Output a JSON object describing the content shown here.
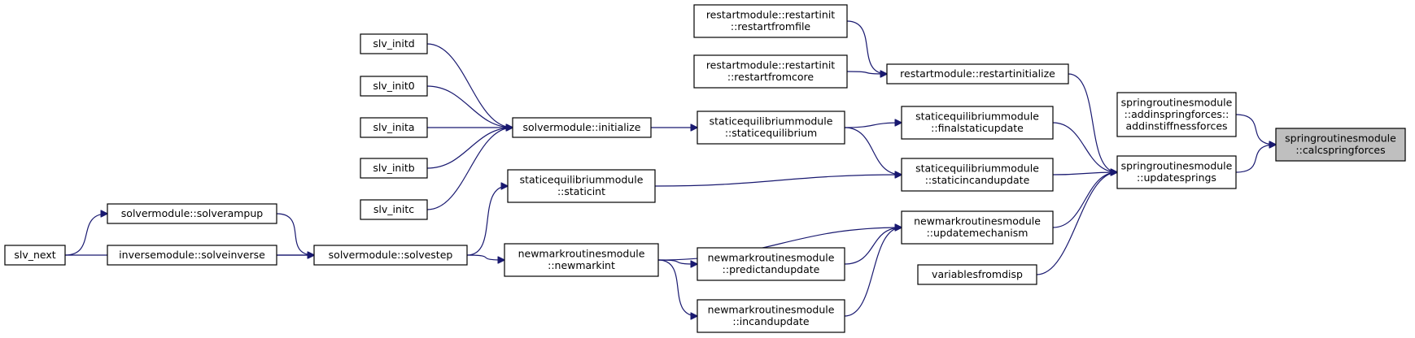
{
  "graph": {
    "nodes": [
      {
        "id": "calcsprings",
        "lines": [
          "springroutinesmodule",
          "::calcspringforces"
        ],
        "root": true
      },
      {
        "id": "addinstiff",
        "lines": [
          "springroutinesmodule",
          "::addinspringforces::",
          "addinstiffnessforces"
        ]
      },
      {
        "id": "updatesprings",
        "lines": [
          "springroutinesmodule",
          "::updatesprings"
        ]
      },
      {
        "id": "restartinitialize",
        "lines": [
          "restartmodule::restartinitialize"
        ]
      },
      {
        "id": "restartfromfile",
        "lines": [
          "restartmodule::restartinit",
          "::restartfromfile"
        ]
      },
      {
        "id": "restartfromcore",
        "lines": [
          "restartmodule::restartinit",
          "::restartfromcore"
        ]
      },
      {
        "id": "finalstaticupdate",
        "lines": [
          "staticequilibriummodule",
          "::finalstaticupdate"
        ]
      },
      {
        "id": "staticincandupdate",
        "lines": [
          "staticequilibriummodule",
          "::staticincandupdate"
        ]
      },
      {
        "id": "updatemechanism",
        "lines": [
          "newmarkroutinesmodule",
          "::updatemechanism"
        ]
      },
      {
        "id": "variablesfromdisp",
        "lines": [
          "variablesfromdisp"
        ]
      },
      {
        "id": "staticequilibrium",
        "lines": [
          "staticequilibriummodule",
          "::staticequilibrium"
        ]
      },
      {
        "id": "staticint",
        "lines": [
          "staticequilibriummodule",
          "::staticint"
        ]
      },
      {
        "id": "newmarkint",
        "lines": [
          "newmarkroutinesmodule",
          "::newmarkint"
        ]
      },
      {
        "id": "predictandupdate",
        "lines": [
          "newmarkroutinesmodule",
          "::predictandupdate"
        ]
      },
      {
        "id": "incandupdate",
        "lines": [
          "newmarkroutinesmodule",
          "::incandupdate"
        ]
      },
      {
        "id": "initialize",
        "lines": [
          "solvermodule::initialize"
        ]
      },
      {
        "id": "solvestep",
        "lines": [
          "solvermodule::solvestep"
        ]
      },
      {
        "id": "slv_initd",
        "lines": [
          "slv_initd"
        ]
      },
      {
        "id": "slv_init0",
        "lines": [
          "slv_init0"
        ]
      },
      {
        "id": "slv_inita",
        "lines": [
          "slv_inita"
        ]
      },
      {
        "id": "slv_initb",
        "lines": [
          "slv_initb"
        ]
      },
      {
        "id": "slv_initc",
        "lines": [
          "slv_initc"
        ]
      },
      {
        "id": "solverampup",
        "lines": [
          "solvermodule::solverampup"
        ]
      },
      {
        "id": "solveinverse",
        "lines": [
          "inversemodule::solveinverse"
        ]
      },
      {
        "id": "slv_next",
        "lines": [
          "slv_next"
        ]
      }
    ],
    "edges": [
      {
        "from": "addinstiff",
        "to": "calcsprings"
      },
      {
        "from": "updatesprings",
        "to": "calcsprings"
      },
      {
        "from": "restartinitialize",
        "to": "updatesprings"
      },
      {
        "from": "finalstaticupdate",
        "to": "updatesprings"
      },
      {
        "from": "staticincandupdate",
        "to": "updatesprings"
      },
      {
        "from": "updatemechanism",
        "to": "updatesprings"
      },
      {
        "from": "variablesfromdisp",
        "to": "updatesprings"
      },
      {
        "from": "restartfromfile",
        "to": "restartinitialize"
      },
      {
        "from": "restartfromcore",
        "to": "restartinitialize"
      },
      {
        "from": "staticequilibrium",
        "to": "finalstaticupdate"
      },
      {
        "from": "staticequilibrium",
        "to": "staticincandupdate"
      },
      {
        "from": "staticint",
        "to": "staticincandupdate"
      },
      {
        "from": "newmarkint",
        "to": "updatemechanism"
      },
      {
        "from": "predictandupdate",
        "to": "updatemechanism"
      },
      {
        "from": "incandupdate",
        "to": "updatemechanism"
      },
      {
        "from": "initialize",
        "to": "staticequilibrium"
      },
      {
        "from": "solvestep",
        "to": "staticint"
      },
      {
        "from": "solvestep",
        "to": "newmarkint"
      },
      {
        "from": "newmarkint",
        "to": "predictandupdate"
      },
      {
        "from": "newmarkint",
        "to": "incandupdate"
      },
      {
        "from": "slv_initd",
        "to": "initialize"
      },
      {
        "from": "slv_init0",
        "to": "initialize"
      },
      {
        "from": "slv_inita",
        "to": "initialize"
      },
      {
        "from": "slv_initb",
        "to": "initialize"
      },
      {
        "from": "slv_initc",
        "to": "initialize"
      },
      {
        "from": "solverampup",
        "to": "solvestep"
      },
      {
        "from": "solveinverse",
        "to": "solvestep"
      },
      {
        "from": "slv_next",
        "to": "solvestep"
      },
      {
        "from": "slv_next",
        "to": "solverampup"
      }
    ]
  }
}
